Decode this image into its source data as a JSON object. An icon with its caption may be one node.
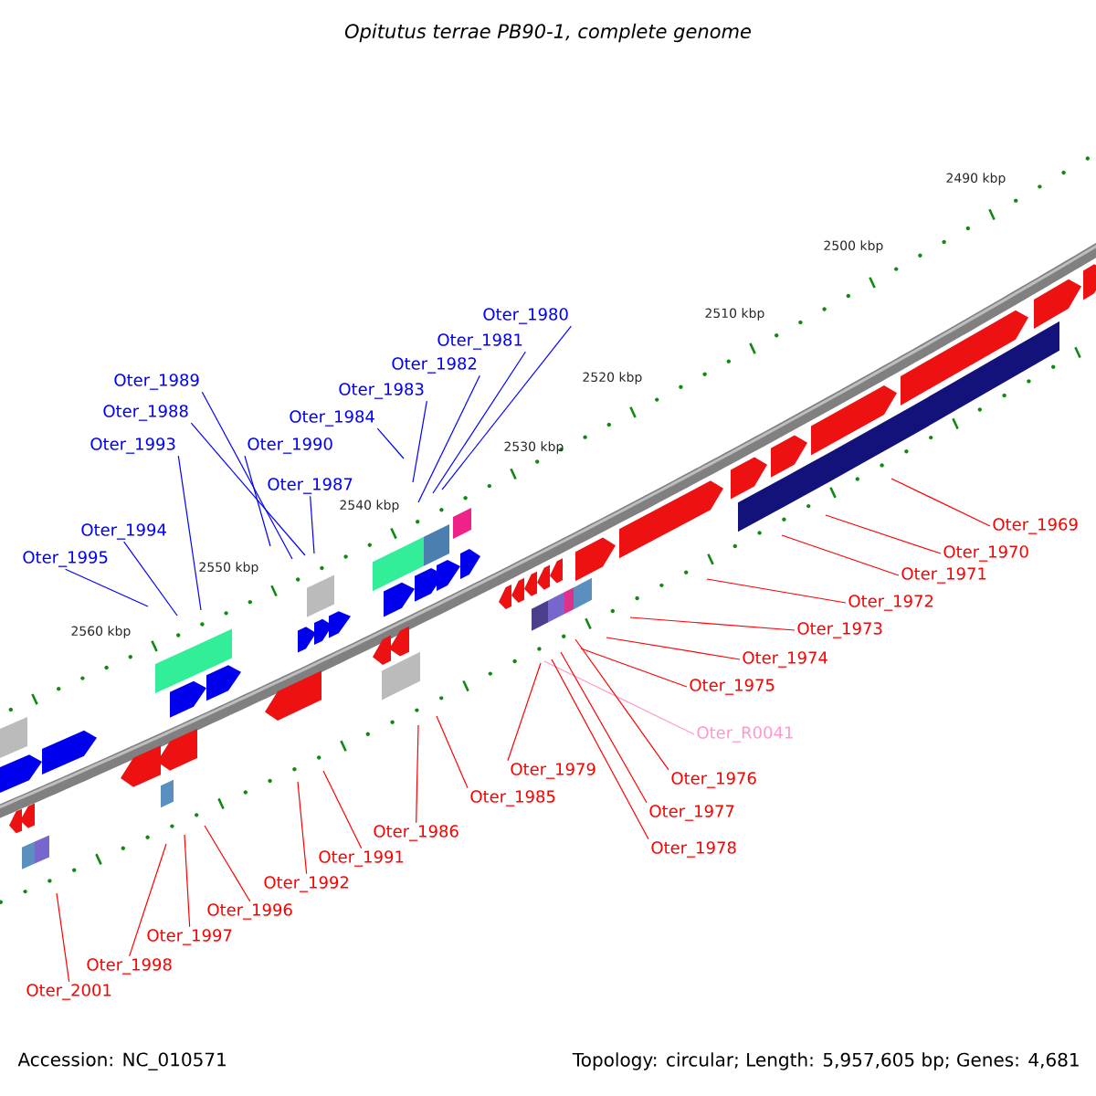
{
  "diagram": {
    "title": "Opitutus terrae PB90-1, complete genome",
    "nodes": [
      {
        "text": [
          "Oter_1980"
        ]
      },
      {
        "text": [
          "Oter_1981"
        ]
      },
      {
        "text": [
          "Oter_1982"
        ]
      },
      {
        "text": [
          "Oter_1989"
        ]
      },
      {
        "text": [
          "Oter_1983"
        ]
      },
      {
        "text": [
          "Oter_1988"
        ]
      },
      {
        "text": [
          "Oter_1984"
        ]
      },
      {
        "text": [
          "Oter_1993"
        ]
      },
      {
        "text": [
          "Oter_1987"
        ]
      },
      {
        "text": [
          "Oter_1990"
        ]
      },
      {
        "text": [
          "Oter_1994"
        ]
      },
      {
        "text": [
          "Oter_1995"
        ]
      },
      {
        "text": [
          "Oter_1969"
        ]
      },
      {
        "text": [
          "Oter_1970"
        ]
      },
      {
        "text": [
          "Oter_1971"
        ]
      },
      {
        "text": [
          "Oter_1972"
        ]
      },
      {
        "text": [
          "Oter_1973"
        ]
      },
      {
        "text": [
          "Oter_1974"
        ]
      },
      {
        "text": [
          "Oter_1975"
        ]
      },
      {
        "text": [
          "Oter_R0041"
        ]
      },
      {
        "text": [
          "Oter_1979"
        ]
      },
      {
        "text": [
          "Oter_1976"
        ]
      },
      {
        "text": [
          "Oter_1985"
        ]
      },
      {
        "text": [
          "Oter_1977"
        ]
      },
      {
        "text": [
          "Oter_1986"
        ]
      },
      {
        "text": [
          "Oter_1978"
        ]
      },
      {
        "text": [
          "Oter_1991"
        ]
      },
      {
        "text": [
          "Oter_1992"
        ]
      },
      {
        "text": [
          "Oter_1996"
        ]
      },
      {
        "text": [
          "Oter_1997"
        ]
      },
      {
        "text": [
          "Oter_1998"
        ]
      },
      {
        "text": [
          "Oter_2001"
        ]
      }
    ],
    "edges": [
      {
        "from": 0,
        "to": null,
        "arrow": "none",
        "color": "#0000ff"
      },
      {
        "from": 1,
        "to": null,
        "arrow": "none",
        "color": "#0000ff"
      },
      {
        "from": 2,
        "to": null,
        "arrow": "none",
        "color": "#0000ff"
      },
      {
        "from": 3,
        "to": null,
        "arrow": "none",
        "color": "#0000ff"
      },
      {
        "from": 4,
        "to": null,
        "arrow": "none",
        "color": "#0000ff"
      },
      {
        "from": 5,
        "to": null,
        "arrow": "none",
        "color": "#0000ff"
      },
      {
        "from": 6,
        "to": null,
        "arrow": "none",
        "color": "#0000ff"
      },
      {
        "from": 7,
        "to": null,
        "arrow": "none",
        "color": "#0000ff"
      },
      {
        "from": 8,
        "to": null,
        "arrow": "none",
        "color": "#0000ff"
      },
      {
        "from": 9,
        "to": null,
        "arrow": "none",
        "color": "#0000ff"
      },
      {
        "from": 10,
        "to": null,
        "arrow": "none",
        "color": "#0000ff"
      },
      {
        "from": 11,
        "to": null,
        "arrow": "none",
        "color": "#0000ff"
      },
      {
        "from": 12,
        "to": null,
        "arrow": "none"
      },
      {
        "from": 13,
        "to": null,
        "arrow": "none"
      },
      {
        "from": 14,
        "to": null,
        "arrow": "none"
      },
      {
        "from": 15,
        "to": null,
        "arrow": "none"
      },
      {
        "from": 16,
        "to": null,
        "arrow": "none"
      },
      {
        "from": 17,
        "to": null,
        "arrow": "none"
      },
      {
        "from": 18,
        "to": null,
        "arrow": "none"
      },
      {
        "from": 19,
        "to": null,
        "arrow": "none",
        "color": "#ff99cc"
      },
      {
        "from": 20,
        "to": null,
        "arrow": "none"
      },
      {
        "from": 21,
        "to": null,
        "arrow": "none"
      },
      {
        "from": 22,
        "to": null,
        "arrow": "none"
      },
      {
        "from": 23,
        "to": null,
        "arrow": "none"
      },
      {
        "from": 24,
        "to": null,
        "arrow": "none"
      },
      {
        "from": 25,
        "to": null,
        "arrow": "none"
      },
      {
        "from": 26,
        "to": null,
        "arrow": "none"
      },
      {
        "from": 27,
        "to": null,
        "arrow": "none"
      },
      {
        "from": 28,
        "to": null,
        "arrow": "none"
      },
      {
        "from": 29,
        "to": null,
        "arrow": "none"
      },
      {
        "from": 30,
        "to": null,
        "arrow": "none"
      },
      {
        "from": 31,
        "to": null,
        "arrow": "none"
      }
    ],
    "labels": [
      "2490 kbp",
      "2500 kbp",
      "2510 kbp",
      "2520 kbp",
      "2530 kbp",
      "2540 kbp",
      "2550 kbp",
      "2560 kbp",
      "Accession: NC_010571",
      "Topology: circular; Length: 5,957,605 bp; Genes: 4,681"
    ]
  }
}
